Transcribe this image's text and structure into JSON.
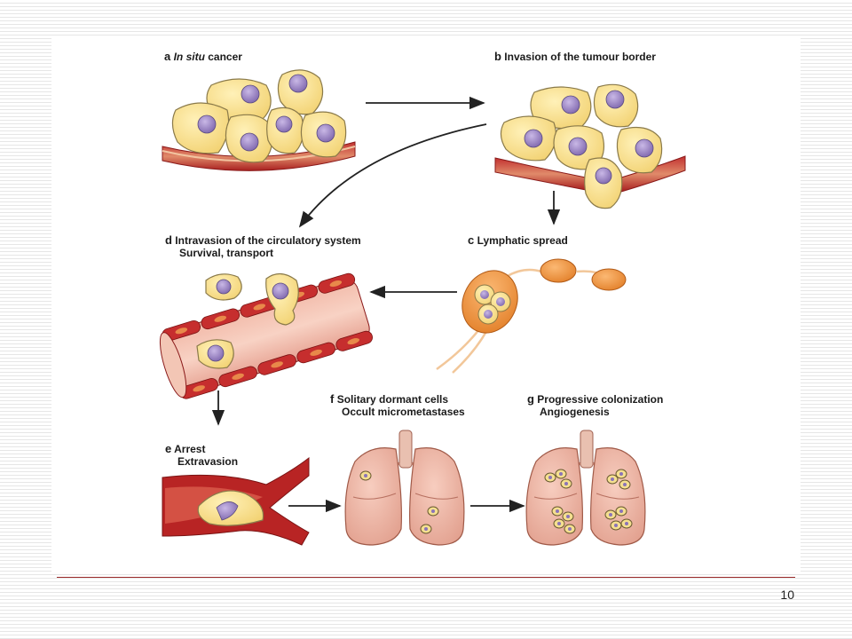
{
  "panels": {
    "a": {
      "letter": "a",
      "title_italic": "In situ",
      "title_rest": " cancer"
    },
    "b": {
      "letter": "b",
      "title": "Invasion of the tumour border"
    },
    "c": {
      "letter": "c",
      "title": "Lymphatic spread"
    },
    "d": {
      "letter": "d",
      "title_line1": "Intravasion of the circulatory system",
      "title_line2": "Survival, transport"
    },
    "e": {
      "letter": "e",
      "title_line1": "Arrest",
      "title_line2": "Extravasion"
    },
    "f": {
      "letter": "f",
      "title_line1": "Solitary dormant cells",
      "title_line2": "Occult micrometastases"
    },
    "g": {
      "letter": "g",
      "title_line1": "Progressive colonization",
      "title_line2": "Angiogenesis"
    }
  },
  "footer": {
    "page_number": "10"
  },
  "colors": {
    "cell_fill": "#f7db86",
    "cell_stroke": "#8a7a4a",
    "nucleus": "#9b86c4",
    "vessel_dark": "#b52424",
    "vessel_light": "#e8a58a",
    "lymph_node": "#f0953c",
    "lung": "#efb6a5",
    "footer_rule": "#9c2b2b"
  }
}
